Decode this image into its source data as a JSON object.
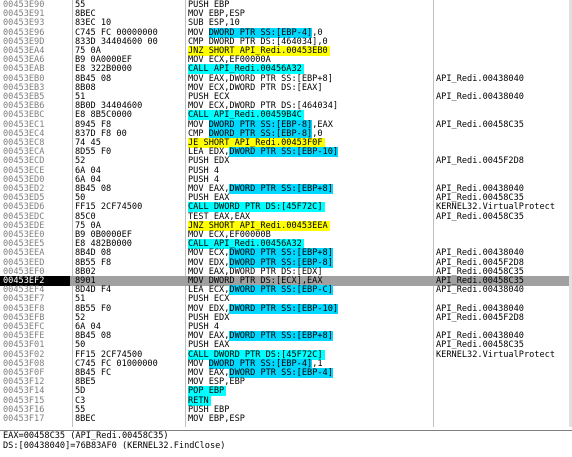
{
  "rows": [
    {
      "addr": "00453E90",
      "hex": "55",
      "asm": "PUSH EBP",
      "cmt": ""
    },
    {
      "addr": "00453E91",
      "hex": "8BEC",
      "asm": "MOV EBP,ESP",
      "cmt": ""
    },
    {
      "addr": "00453E93",
      "hex": "83EC 10",
      "asm": "SUB ESP,10",
      "cmt": ""
    },
    {
      "addr": "00453E96",
      "hex": "C745 FC 00000000",
      "asm": "MOV DWORD PTR SS:[EBP-4],0",
      "cmt": "",
      "mem": "DWORD PTR SS:[EBP-4]"
    },
    {
      "addr": "00453E9D",
      "hex": "833D 34404600 00",
      "asm": "CMP DWORD PTR DS:[464034],0",
      "cmt": ""
    },
    {
      "addr": "00453EA4",
      "hex": "75 0A",
      "asm": "JNZ SHORT API_Redi.00453EB0",
      "cmt": "",
      "jcc": true
    },
    {
      "addr": "00453EA6",
      "hex": "B9 0A0000EF",
      "asm": "MOV ECX,EF00000A",
      "cmt": ""
    },
    {
      "addr": "00453EAB",
      "hex": "E8 322B0000",
      "asm": "CALL API_Redi.00456A32",
      "cmt": "",
      "call": true
    },
    {
      "addr": "00453EB0",
      "hex": "8B45 08",
      "asm": "MOV EAX,DWORD PTR SS:[EBP+8]",
      "cmt": "API_Redi.00438040"
    },
    {
      "addr": "00453EB3",
      "hex": "8B08",
      "asm": "MOV ECX,DWORD PTR DS:[EAX]",
      "cmt": ""
    },
    {
      "addr": "00453EB5",
      "hex": "51",
      "asm": "PUSH ECX",
      "cmt": "API_Redi.00438040"
    },
    {
      "addr": "00453EB6",
      "hex": "8B0D 34404600",
      "asm": "MOV ECX,DWORD PTR DS:[464034]",
      "cmt": ""
    },
    {
      "addr": "00453EBC",
      "hex": "E8 8B5C0000",
      "asm": "CALL API_Redi.00459B4C",
      "cmt": "",
      "call": true
    },
    {
      "addr": "00453EC1",
      "hex": "8945 F8",
      "asm": "MOV DWORD PTR SS:[EBP-8],EAX",
      "cmt": "API_Redi.00458C35",
      "mem": "DWORD PTR SS:[EBP-8]"
    },
    {
      "addr": "00453EC4",
      "hex": "837D F8 00",
      "asm": "CMP DWORD PTR SS:[EBP-8],0",
      "cmt": "",
      "mem": "DWORD PTR SS:[EBP-8]"
    },
    {
      "addr": "00453EC8",
      "hex": "74 45",
      "asm": "JE SHORT API_Redi.00453F0F",
      "cmt": "",
      "jcc": true
    },
    {
      "addr": "00453ECA",
      "hex": "8D55 F0",
      "asm": "LEA EDX,DWORD PTR SS:[EBP-10]",
      "cmt": "",
      "mem": "DWORD PTR SS:[EBP-10]"
    },
    {
      "addr": "00453ECD",
      "hex": "52",
      "asm": "PUSH EDX",
      "cmt": "API_Redi.0045F2D8"
    },
    {
      "addr": "00453ECE",
      "hex": "6A 04",
      "asm": "PUSH 4",
      "cmt": ""
    },
    {
      "addr": "00453ED0",
      "hex": "6A 04",
      "asm": "PUSH 4",
      "cmt": ""
    },
    {
      "addr": "00453ED2",
      "hex": "8B45 08",
      "asm": "MOV EAX,DWORD PTR SS:[EBP+8]",
      "cmt": "API_Redi.00438040",
      "mem": "DWORD PTR SS:[EBP+8]"
    },
    {
      "addr": "00453ED5",
      "hex": "50",
      "asm": "PUSH EAX",
      "cmt": "API_Redi.00458C35"
    },
    {
      "addr": "00453ED6",
      "hex": "FF15 2CF74500",
      "asm": "CALL DWORD PTR DS:[45F72C]",
      "cmt": "KERNEL32.VirtualProtect",
      "call": true
    },
    {
      "addr": "00453EDC",
      "hex": "85C0",
      "asm": "TEST EAX,EAX",
      "cmt": "API_Redi.00458C35"
    },
    {
      "addr": "00453EDE",
      "hex": "75 0A",
      "asm": "JNZ SHORT API_Redi.00453EEA",
      "cmt": "",
      "jcc": true
    },
    {
      "addr": "00453EE0",
      "hex": "B9 0B0000EF",
      "asm": "MOV ECX,EF00000B",
      "cmt": ""
    },
    {
      "addr": "00453EE5",
      "hex": "E8 482B0000",
      "asm": "CALL API_Redi.00456A32",
      "cmt": "",
      "call": true
    },
    {
      "addr": "00453EEA",
      "hex": "8B4D 08",
      "asm": "MOV ECX,DWORD PTR SS:[EBP+8]",
      "cmt": "API_Redi.00438040",
      "mem": "DWORD PTR SS:[EBP+8]"
    },
    {
      "addr": "00453EED",
      "hex": "8B55 F8",
      "asm": "MOV EDX,DWORD PTR SS:[EBP-8]",
      "cmt": "API_Redi.0045F2D8",
      "mem": "DWORD PTR SS:[EBP-8]"
    },
    {
      "addr": "00453EF0",
      "hex": "8B02",
      "asm": "MOV EAX,DWORD PTR DS:[EDX]",
      "cmt": "API_Redi.00458C35"
    },
    {
      "addr": "00453EF2",
      "hex": "8901",
      "asm": "MOV DWORD PTR DS:[ECX],EAX",
      "cmt": "API_Redi.00458C35",
      "eip": true
    },
    {
      "addr": "00453EF4",
      "hex": "8D4D F4",
      "asm": "LEA ECX,DWORD PTR SS:[EBP-C]",
      "cmt": "API_Redi.00438040",
      "mem": "DWORD PTR SS:[EBP-C]"
    },
    {
      "addr": "00453EF7",
      "hex": "51",
      "asm": "PUSH ECX",
      "cmt": ""
    },
    {
      "addr": "00453EF8",
      "hex": "8B55 F0",
      "asm": "MOV EDX,DWORD PTR SS:[EBP-10]",
      "cmt": "API_Redi.00438040",
      "mem": "DWORD PTR SS:[EBP-10]"
    },
    {
      "addr": "00453EFB",
      "hex": "52",
      "asm": "PUSH EDX",
      "cmt": "API_Redi.0045F2D8"
    },
    {
      "addr": "00453EFC",
      "hex": "6A 04",
      "asm": "PUSH 4",
      "cmt": ""
    },
    {
      "addr": "00453EFE",
      "hex": "8B45 08",
      "asm": "MOV EAX,DWORD PTR SS:[EBP+8]",
      "cmt": "API_Redi.00438040",
      "mem": "DWORD PTR SS:[EBP+8]"
    },
    {
      "addr": "00453F01",
      "hex": "50",
      "asm": "PUSH EAX",
      "cmt": "API_Redi.00458C35"
    },
    {
      "addr": "00453F02",
      "hex": "FF15 2CF74500",
      "asm": "CALL DWORD PTR DS:[45F72C]",
      "cmt": "KERNEL32.VirtualProtect",
      "call": true
    },
    {
      "addr": "00453F08",
      "hex": "C745 FC 01000000",
      "asm": "MOV DWORD PTR SS:[EBP-4],1",
      "cmt": "",
      "mem": "DWORD PTR SS:[EBP-4]"
    },
    {
      "addr": "00453F0F",
      "hex": "8B45 FC",
      "asm": "MOV EAX,DWORD PTR SS:[EBP-4]",
      "cmt": "",
      "mem": "DWORD PTR SS:[EBP-4]"
    },
    {
      "addr": "00453F12",
      "hex": "8BE5",
      "asm": "MOV ESP,EBP",
      "cmt": ""
    },
    {
      "addr": "00453F14",
      "hex": "5D",
      "asm": "POP EBP",
      "cmt": "",
      "call": true
    },
    {
      "addr": "00453F15",
      "hex": "C3",
      "asm": "RETN",
      "cmt": "",
      "call": true
    },
    {
      "addr": "00453F16",
      "hex": "55",
      "asm": "PUSH EBP",
      "cmt": ""
    },
    {
      "addr": "00453F17",
      "hex": "8BEC",
      "asm": "MOV EBP,ESP",
      "cmt": ""
    }
  ],
  "info": {
    "line1": "EAX=00458C35 (API_Redi.00458C35)",
    "line2": "DS:[00438040]=76B83AF0 (KERNEL32.FindClose)"
  },
  "colors": {
    "jcc": "#ffff00",
    "call": "#00ffff",
    "mem": "#00d8ff",
    "eip_row": "#a0a0a0"
  }
}
